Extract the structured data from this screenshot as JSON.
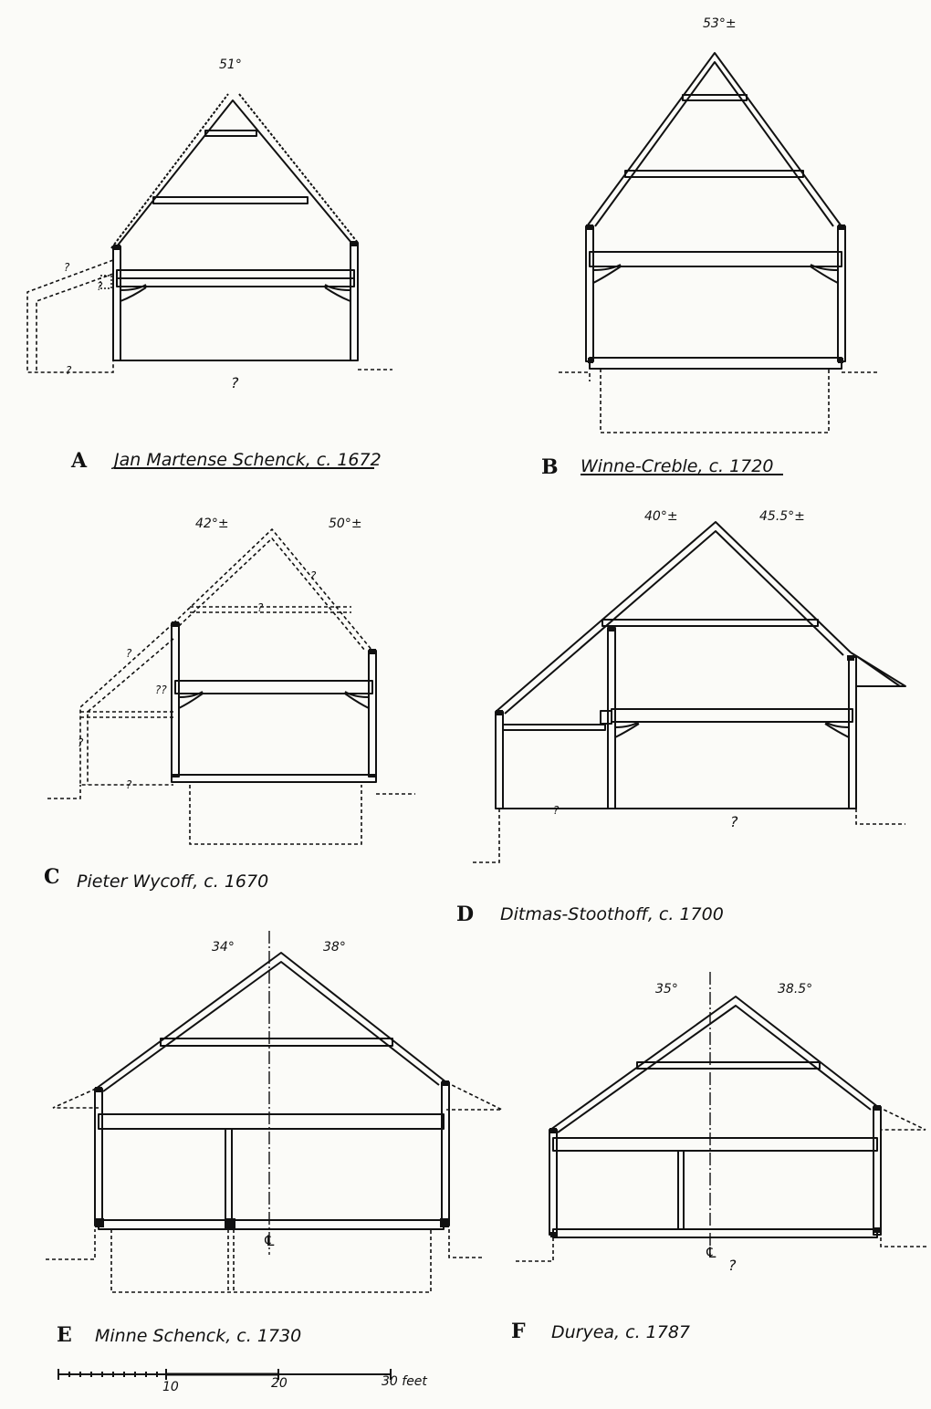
{
  "sections": [
    {
      "id": "A",
      "letter": "A",
      "name": "Jan Martense Schenck, c. 1672",
      "angles": [
        "51°"
      ],
      "notes": [
        "?",
        "?",
        "?",
        "?"
      ]
    },
    {
      "id": "B",
      "letter": "B",
      "name": "Winne-Creble, c. 1720",
      "angles": [
        "53°±"
      ],
      "notes": []
    },
    {
      "id": "C",
      "letter": "C",
      "name": "Pieter Wycoff, c. 1670",
      "angles": [
        "42°±",
        "50°±"
      ],
      "notes": [
        "?",
        "?",
        "??",
        "?",
        "?",
        "?"
      ]
    },
    {
      "id": "D",
      "letter": "D",
      "name": "Ditmas-Stoothoff, c. 1700",
      "angles": [
        "40°±",
        "45.5°±"
      ],
      "notes": [
        "?",
        "?"
      ]
    },
    {
      "id": "E",
      "letter": "E",
      "name": "Minne Schenck, c. 1730",
      "angles": [
        "34°",
        "38°"
      ],
      "notes": [
        "℄"
      ]
    },
    {
      "id": "F",
      "letter": "F",
      "name": "Duryea, c. 1787",
      "angles": [
        "35°",
        "38.5°"
      ],
      "notes": [
        "℄",
        "?"
      ]
    }
  ],
  "scale": {
    "ticks": [
      "10",
      "20",
      "30 feet"
    ],
    "max_feet": 30
  }
}
